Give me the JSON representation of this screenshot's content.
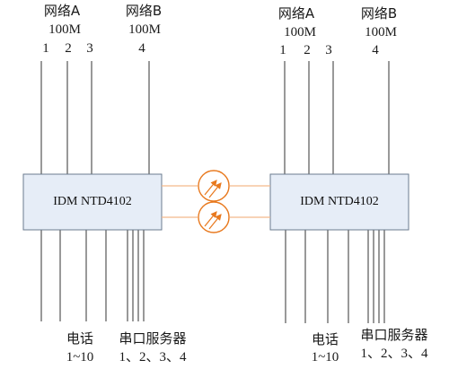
{
  "left_device": {
    "label": "IDM NTD4102",
    "network_a": {
      "name": "网络A",
      "speed": "100M",
      "ports": [
        "1",
        "2",
        "3"
      ]
    },
    "network_b": {
      "name": "网络B",
      "speed": "100M",
      "ports": [
        "4"
      ]
    },
    "phone": {
      "name": "电话",
      "range": "1~10"
    },
    "serial": {
      "name": "串口服务器",
      "ports": "1、2、3、4"
    }
  },
  "right_device": {
    "label": "IDM NTD4102",
    "network_a": {
      "name": "网络A",
      "speed": "100M",
      "ports": [
        "1",
        "2",
        "3"
      ]
    },
    "network_b": {
      "name": "网络B",
      "speed": "100M",
      "ports": [
        "4"
      ]
    },
    "phone": {
      "name": "电话",
      "range": "1~10"
    },
    "serial": {
      "name": "串口服务器",
      "ports": "1、2、3、4"
    }
  },
  "links": [
    {
      "type": "optical-fiber",
      "icon": "optical-transceiver-icon"
    },
    {
      "type": "optical-fiber",
      "icon": "optical-transceiver-icon"
    }
  ],
  "colors": {
    "box_fill": "#e6edf7",
    "box_stroke": "#6b7b8f",
    "line": "#333333",
    "fiber": "#f3b98a",
    "transceiver_stroke": "#e8791e"
  }
}
